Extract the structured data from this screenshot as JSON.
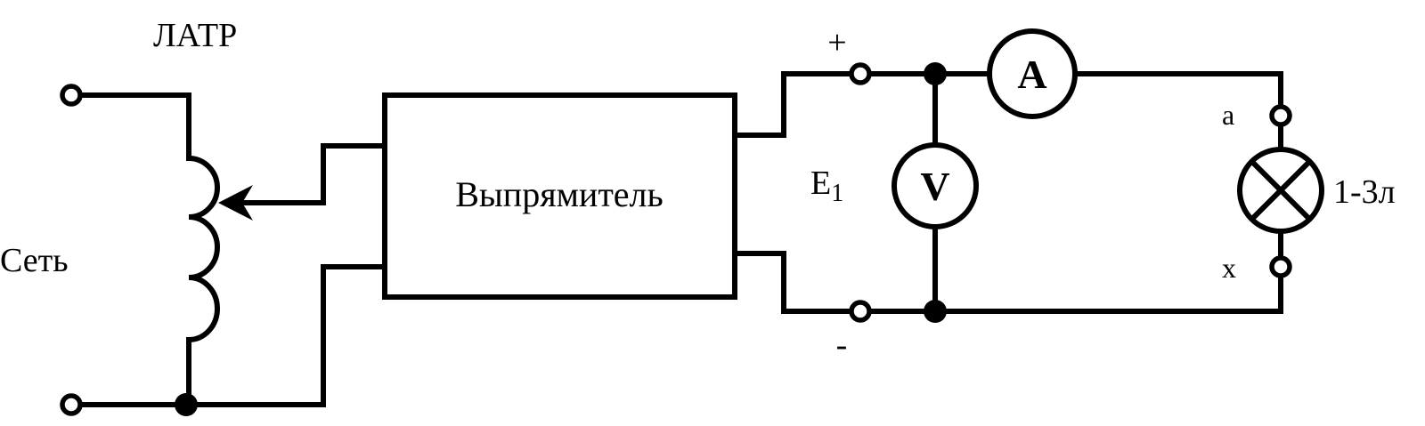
{
  "labels": {
    "latr": "ЛАТР",
    "network": "Сеть",
    "rectifier": "Выпрямитель",
    "plus": "+",
    "minus": "-",
    "source_letter": "E",
    "source_subscript": "1",
    "ammeter": "A",
    "voltmeter": "V",
    "lamp_top_terminal": "a",
    "lamp_bottom_terminal": "x",
    "lamp": "1-3л"
  }
}
